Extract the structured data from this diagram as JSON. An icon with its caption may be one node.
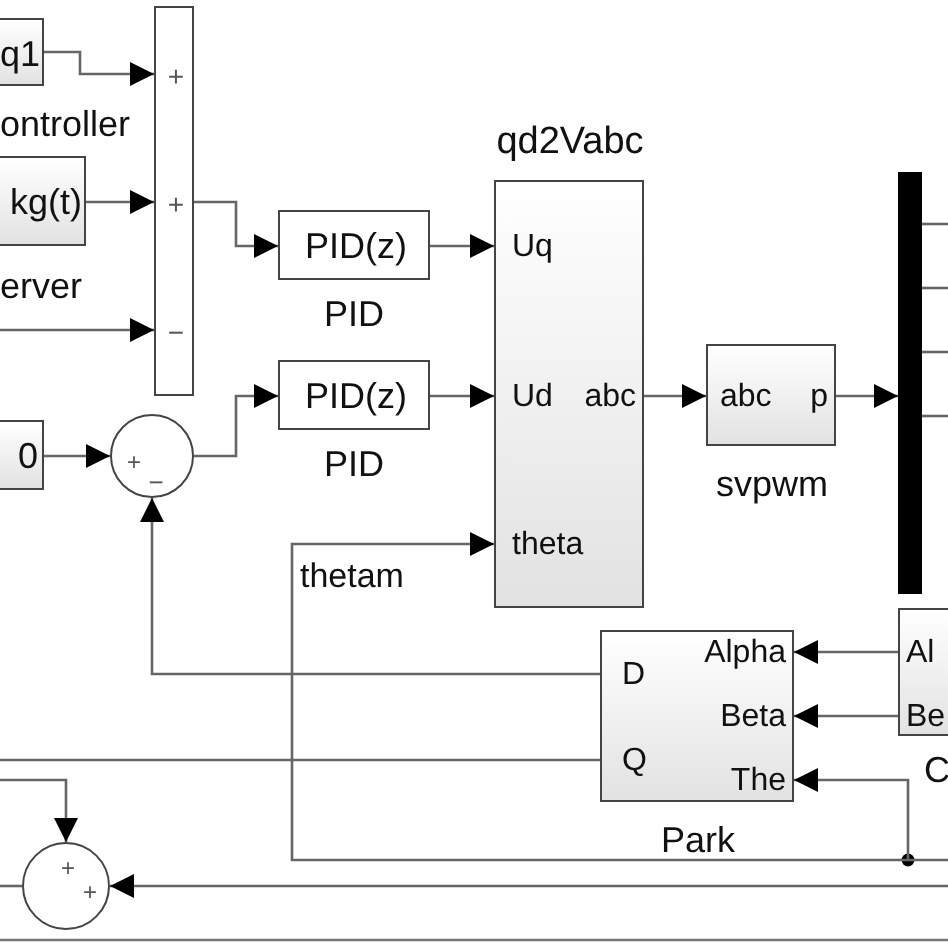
{
  "diagram": {
    "nodes": [
      {
        "text": [
          "q1"
        ],
        "beside": [
          "ontroller"
        ]
      },
      {
        "text": [
          "kg(t)"
        ],
        "beside": [
          "erver"
        ]
      },
      {
        "text": [
          "+",
          "+",
          "−"
        ]
      },
      {
        "text": [
          "PID(z)"
        ],
        "beside": [
          "PID"
        ]
      },
      {
        "text": [
          "0"
        ]
      },
      {
        "text": [
          "+",
          "−"
        ]
      },
      {
        "text": [
          "PID(z)"
        ],
        "beside": [
          "PID"
        ]
      },
      {
        "text": [
          "qd2Vabc",
          "Uq",
          "Ud",
          "abc",
          "theta"
        ]
      },
      {
        "text": [
          "abc",
          "p"
        ],
        "beside": [
          "svpwm"
        ]
      },
      {
        "text": [],
        "shape": "bar"
      },
      {
        "text": [
          "D",
          "Q",
          "Alpha",
          "Beta",
          "The"
        ],
        "beside": [
          "Park"
        ]
      },
      {
        "text": [
          "Al",
          "Be"
        ],
        "beside": [
          "C"
        ]
      },
      {
        "text": [
          "+",
          "+"
        ]
      }
    ],
    "edges": [
      {
        "from": 0,
        "to": 2,
        "arrow": "to"
      },
      {
        "from": 1,
        "to": 2,
        "arrow": "to"
      },
      {
        "from": null,
        "to": 2,
        "arrow": "to"
      },
      {
        "from": 2,
        "to": 3,
        "arrow": "to"
      },
      {
        "from": 3,
        "to": 7,
        "arrow": "to"
      },
      {
        "from": 4,
        "to": 5,
        "arrow": "to"
      },
      {
        "from": 5,
        "to": 6,
        "arrow": "to"
      },
      {
        "from": 6,
        "to": 7,
        "arrow": "to"
      },
      {
        "from": 7,
        "to": 8,
        "arrow": "to"
      },
      {
        "from": 8,
        "to": 9,
        "arrow": "to"
      },
      {
        "from": 9,
        "to": null,
        "arrow": "none"
      },
      {
        "from": 9,
        "to": null,
        "arrow": "none"
      },
      {
        "from": 9,
        "to": null,
        "arrow": "none"
      },
      {
        "from": 9,
        "to": null,
        "arrow": "none"
      },
      {
        "from": 11,
        "to": 10,
        "arrow": "to"
      },
      {
        "from": 11,
        "to": 10,
        "arrow": "to"
      },
      {
        "from": null,
        "to": 10,
        "arrow": "to"
      },
      {
        "from": null,
        "to": 7,
        "arrow": "to",
        "label": "thetam"
      },
      {
        "from": 10,
        "to": 5,
        "arrow": "to"
      },
      {
        "from": 10,
        "to": null,
        "arrow": "none"
      },
      {
        "from": null,
        "to": 12,
        "arrow": "to"
      },
      {
        "from": null,
        "to": 12,
        "arrow": "to"
      },
      {
        "from": 12,
        "to": null,
        "arrow": "none"
      }
    ]
  }
}
